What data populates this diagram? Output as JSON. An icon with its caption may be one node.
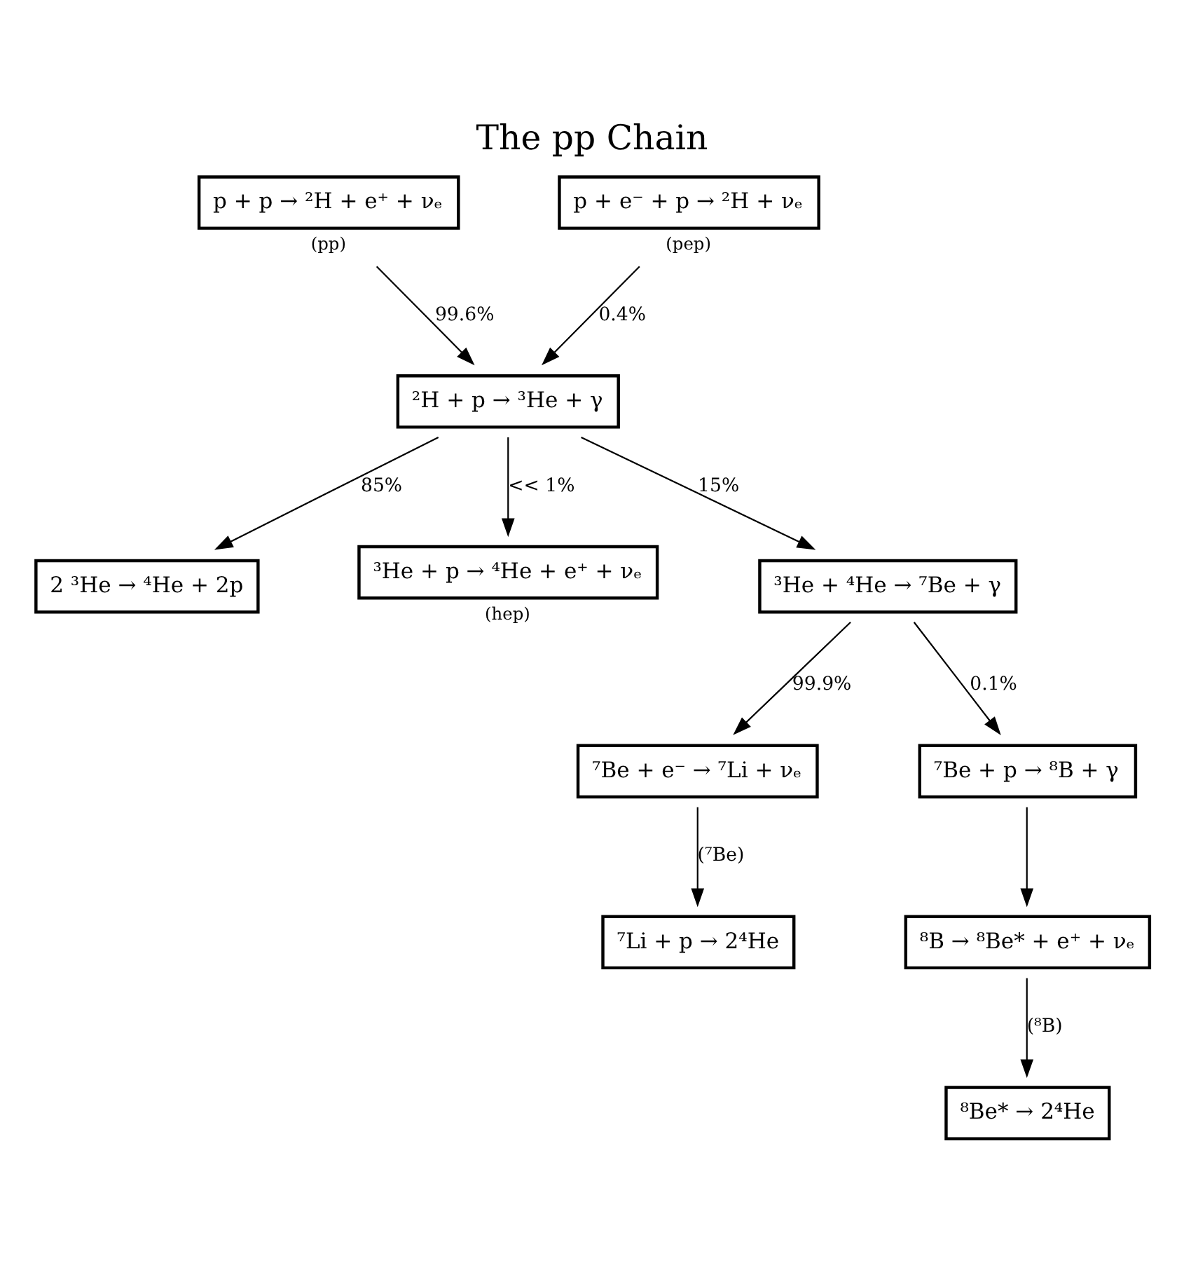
{
  "diagram": {
    "title": "The pp Chain",
    "nodes": [
      {
        "text": [
          "p + p → ²H + e⁺ + νₑ"
        ],
        "beside": [
          "(pp)"
        ]
      },
      {
        "text": [
          "p + e⁻ + p → ²H + νₑ"
        ],
        "beside": [
          "(pep)"
        ]
      },
      {
        "text": [
          "²H + p → ³He + γ"
        ]
      },
      {
        "text": [
          "2 ³He → ⁴He + 2p"
        ]
      },
      {
        "text": [
          "³He + p → ⁴He + e⁺ + νₑ"
        ],
        "beside": [
          "(hep)"
        ]
      },
      {
        "text": [
          "³He + ⁴He → ⁷Be + γ"
        ]
      },
      {
        "text": [
          "⁷Be + e⁻ → ⁷Li + νₑ"
        ]
      },
      {
        "text": [
          "⁷Be + p → ⁸B + γ"
        ]
      },
      {
        "text": [
          "⁷Li + p → 2⁴He"
        ]
      },
      {
        "text": [
          "⁸B → ⁸Be* + e⁺ + νₑ"
        ]
      },
      {
        "text": [
          "⁸Be* → 2⁴He"
        ]
      }
    ],
    "edges": [
      {
        "from": 0,
        "to": 2,
        "arrow": "to",
        "label": "99.6%"
      },
      {
        "from": 1,
        "to": 2,
        "arrow": "to",
        "label": "0.4%"
      },
      {
        "from": 2,
        "to": 3,
        "arrow": "to",
        "label": "85%"
      },
      {
        "from": 2,
        "to": 5,
        "arrow": "to",
        "label": "15%"
      },
      {
        "from": 2,
        "to": 4,
        "arrow": "to",
        "label": "<< 1%"
      },
      {
        "from": 5,
        "to": 6,
        "arrow": "to",
        "label": "99.9%"
      },
      {
        "from": 5,
        "to": 7,
        "arrow": "to",
        "label": "0.1%"
      },
      {
        "from": 6,
        "to": 8,
        "arrow": "to",
        "label": "(⁷Be)"
      },
      {
        "from": 7,
        "to": 9,
        "arrow": "to"
      },
      {
        "from": 9,
        "to": 10,
        "arrow": "to",
        "label": "(⁸B)"
      }
    ]
  }
}
